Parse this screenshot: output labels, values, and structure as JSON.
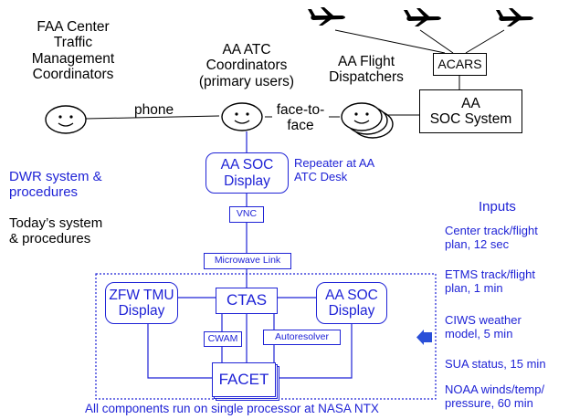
{
  "colors": {
    "black": "#000000",
    "blue": "#1f23d6",
    "arrow_blue": "#2a4fd8"
  },
  "actors": {
    "faa": {
      "label": "FAA Center\nTraffic\nManagement\nCoordinators",
      "icon": "smiley-face"
    },
    "aa_atc": {
      "label": "AA ATC\nCoordinators\n(primary users)",
      "icon": "smiley-face"
    },
    "dispatchers": {
      "label": "AA Flight\nDispatchers",
      "icon": "stacked-smiley-faces"
    }
  },
  "links": {
    "phone": "phone",
    "face_to_face": "face-to-\nface"
  },
  "boxes": {
    "acars": "ACARS",
    "aa_soc_system": "AA\nSOC System",
    "aa_soc_display_top": "AA SOC\nDisplay",
    "vnc": "VNC",
    "microwave": "Microwave Link",
    "zfw_tmu": "ZFW TMU\nDisplay",
    "ctas": "CTAS",
    "aa_soc_display_bottom": "AA SOC\nDisplay",
    "cwam": "CWAM",
    "autoresolver": "Autoresolver",
    "facet": "FACET"
  },
  "annotations": {
    "repeater": "Repeater at AA\nATC Desk",
    "footer": "All components run on single processor at NASA NTX"
  },
  "legend": {
    "dwr": "DWR system &\nprocedures",
    "today": "Today’s system\n& procedures"
  },
  "inputs": {
    "title": "Inputs",
    "items": [
      "Center track/flight\nplan, 12 sec",
      "ETMS track/flight\nplan, 1 min",
      "CIWS weather\nmodel, 5 min",
      "SUA status, 15 min",
      "NOAA winds/temp/\npressure, 60 min"
    ]
  },
  "aircraft_icon": "airplane-silhouette-icon"
}
